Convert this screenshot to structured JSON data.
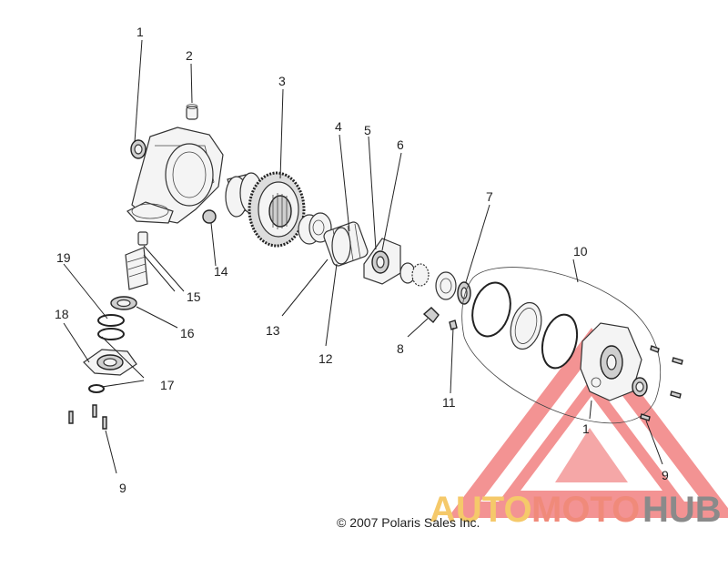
{
  "diagram": {
    "callouts": {
      "c1a": "1",
      "c2": "2",
      "c3": "3",
      "c4": "4",
      "c5": "5",
      "c6": "6",
      "c7": "7",
      "c8": "8",
      "c9a": "9",
      "c9b": "9",
      "c10": "10",
      "c11": "11",
      "c12": "12",
      "c13": "13",
      "c14": "14",
      "c15": "15",
      "c16": "16",
      "c17": "17",
      "c18": "18",
      "c19": "19",
      "c1b": "1"
    },
    "copyright": "© 2007  Polaris Sales Inc."
  },
  "watermark": {
    "part1": "AUTO",
    "part2": "MOTO",
    "part3": "HUB",
    "colors": {
      "auto": "#f5c96a",
      "moto": "#f08a7a",
      "hub": "#8a8a8a",
      "triangle": "#f07070"
    }
  }
}
